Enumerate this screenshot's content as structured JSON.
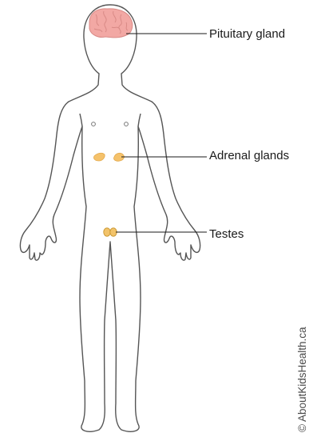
{
  "labels": {
    "pituitary": "Pituitary gland",
    "adrenal": "Adrenal glands",
    "testes": "Testes"
  },
  "copyright": "© AboutKidsHealth.ca",
  "colors": {
    "outline": "#555555",
    "brain": "#f2a8a4",
    "brain_detail": "#d98a86",
    "adrenal": "#f5c26b",
    "testes": "#f2c36a",
    "leader_line": "#1a1a1a"
  }
}
